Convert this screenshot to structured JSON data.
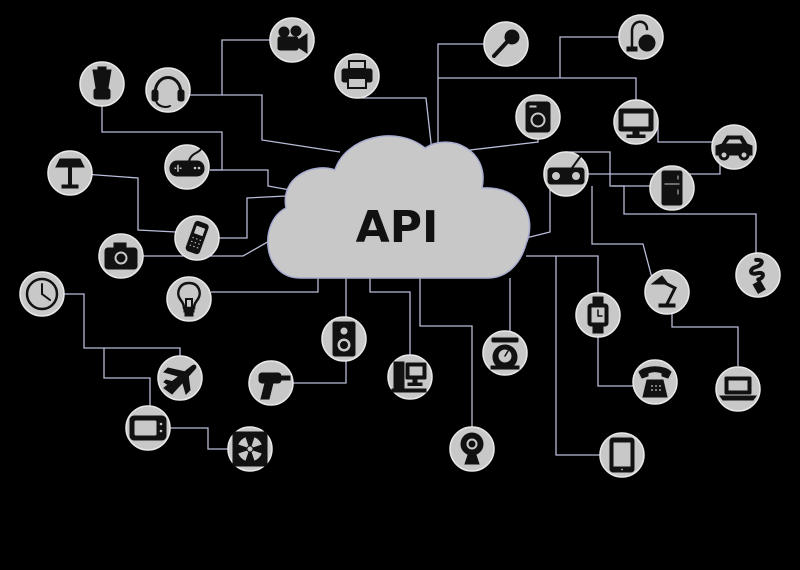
{
  "center": {
    "label": "API",
    "shape": "cloud"
  },
  "colors": {
    "background": "#000000",
    "node_fill": "#c8c8c8",
    "cloud_fill": "#c8c8c8",
    "connector": "#b8bcd8",
    "icon": "#111111"
  },
  "devices": [
    {
      "id": "blender",
      "icon": "blender-icon"
    },
    {
      "id": "headset",
      "icon": "headset-icon"
    },
    {
      "id": "video-camera",
      "icon": "video-camera-icon"
    },
    {
      "id": "printer",
      "icon": "printer-icon"
    },
    {
      "id": "microphone",
      "icon": "microphone-icon"
    },
    {
      "id": "vacuum",
      "icon": "vacuum-cleaner-icon"
    },
    {
      "id": "floor-lamp",
      "icon": "floor-lamp-icon"
    },
    {
      "id": "gamepad",
      "icon": "gamepad-icon"
    },
    {
      "id": "washing-machine",
      "icon": "washing-machine-icon"
    },
    {
      "id": "monitor",
      "icon": "monitor-icon"
    },
    {
      "id": "car",
      "icon": "car-icon"
    },
    {
      "id": "radio",
      "icon": "radio-icon"
    },
    {
      "id": "fridge",
      "icon": "refrigerator-icon"
    },
    {
      "id": "mobile-phone",
      "icon": "mobile-phone-icon"
    },
    {
      "id": "photo-camera",
      "icon": "photo-camera-icon"
    },
    {
      "id": "light-bulb",
      "icon": "light-bulb-icon"
    },
    {
      "id": "clock",
      "icon": "clock-icon"
    },
    {
      "id": "desk-lamp",
      "icon": "desk-lamp-icon"
    },
    {
      "id": "cfl-bulb",
      "icon": "cfl-bulb-icon"
    },
    {
      "id": "speaker",
      "icon": "speaker-icon"
    },
    {
      "id": "watch",
      "icon": "wristwatch-icon"
    },
    {
      "id": "scale",
      "icon": "kitchen-scale-icon"
    },
    {
      "id": "airplane",
      "icon": "airplane-icon"
    },
    {
      "id": "drill",
      "icon": "power-drill-icon"
    },
    {
      "id": "desktop",
      "icon": "desktop-computer-icon"
    },
    {
      "id": "telephone",
      "icon": "telephone-icon"
    },
    {
      "id": "laptop",
      "icon": "laptop-icon"
    },
    {
      "id": "tv",
      "icon": "tv-icon"
    },
    {
      "id": "fan",
      "icon": "fan-icon"
    },
    {
      "id": "webcam",
      "icon": "webcam-icon"
    },
    {
      "id": "tablet",
      "icon": "tablet-icon"
    }
  ]
}
